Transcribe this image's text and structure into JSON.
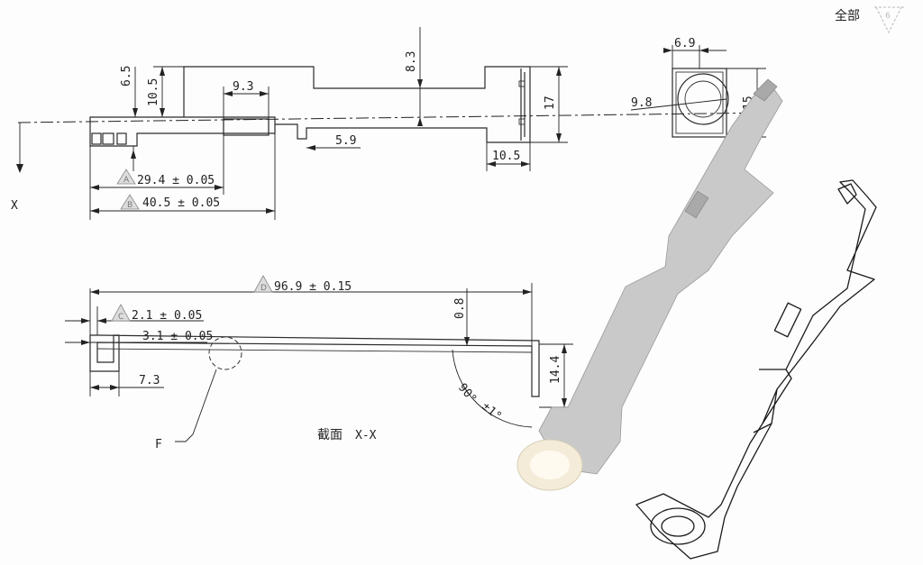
{
  "header": {
    "surface_note": "全部",
    "roughness_symbol": "6"
  },
  "top_view": {
    "dim_6_5": "6.5",
    "dim_10_5_left": "10.5",
    "dim_9_3": "9.3",
    "dim_8_3": "8.3",
    "dim_17": "17",
    "dim_5_9": "5.9",
    "dim_10_5_right": "10.5",
    "dim_A": "29.4 ± 0.05",
    "dim_A_tag": "A",
    "dim_B": "40.5 ± 0.05",
    "dim_B_tag": "B",
    "section_marker": "X"
  },
  "end_view": {
    "dim_6_9": "6.9",
    "dim_9_8": "9.8",
    "dim_15": "15"
  },
  "section_view": {
    "dim_D": "96.9 ± 0.15",
    "dim_D_tag": "D",
    "dim_C": "2.1 ± 0.05",
    "dim_C_tag": "C",
    "dim_3_1": "3.1 ± 0.05",
    "dim_0_8": "0.8",
    "dim_7_3": "7.3",
    "dim_14_4": "14.4",
    "angle": "90°",
    "angle_tol": "±1°",
    "detail_label": "F",
    "title_cjk": "截面",
    "title_section": "X-X"
  }
}
